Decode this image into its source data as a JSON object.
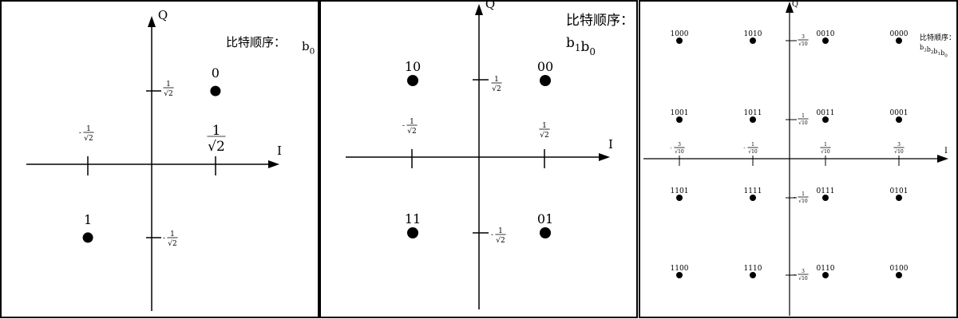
{
  "panels": [
    {
      "id": "bpsk",
      "axis_i": "I",
      "axis_q": "Q",
      "bit_order_label": "比特顺序：",
      "bit_order_value": "b0",
      "points": [
        {
          "bits": "0",
          "i": 0.7071,
          "q": 0.7071
        },
        {
          "bits": "1",
          "i": -0.7071,
          "q": -0.7071
        }
      ],
      "ticks": {
        "i_pos": "1/√2",
        "i_neg": "-1/√2",
        "q_pos": "1/√2",
        "q_neg": "-1/√2"
      }
    },
    {
      "id": "qpsk",
      "axis_i": "I",
      "axis_q": "Q",
      "bit_order_label": "比特顺序：",
      "bit_order_value": "b1b0",
      "points": [
        {
          "bits": "10",
          "i": -0.7071,
          "q": 0.7071
        },
        {
          "bits": "00",
          "i": 0.7071,
          "q": 0.7071
        },
        {
          "bits": "11",
          "i": -0.7071,
          "q": -0.7071
        },
        {
          "bits": "01",
          "i": 0.7071,
          "q": -0.7071
        }
      ],
      "ticks": {
        "i_pos": "1/√2",
        "i_neg": "-1/√2",
        "q_pos": "1/√2",
        "q_neg": "-1/√2"
      }
    },
    {
      "id": "16qam",
      "axis_i": "I",
      "axis_q": "Q",
      "bit_order_label": "比特顺序：",
      "bit_order_value": "b3b2b1b0",
      "points": [
        {
          "bits": "1000",
          "i": -3,
          "q": 3
        },
        {
          "bits": "1010",
          "i": -1,
          "q": 3
        },
        {
          "bits": "0010",
          "i": 1,
          "q": 3
        },
        {
          "bits": "0000",
          "i": 3,
          "q": 3
        },
        {
          "bits": "1001",
          "i": -3,
          "q": 1
        },
        {
          "bits": "1011",
          "i": -1,
          "q": 1
        },
        {
          "bits": "0011",
          "i": 1,
          "q": 1
        },
        {
          "bits": "0001",
          "i": 3,
          "q": 1
        },
        {
          "bits": "1101",
          "i": -3,
          "q": -1
        },
        {
          "bits": "1111",
          "i": -1,
          "q": -1
        },
        {
          "bits": "0111",
          "i": 1,
          "q": -1
        },
        {
          "bits": "0101",
          "i": 3,
          "q": -1
        },
        {
          "bits": "1100",
          "i": -3,
          "q": -3
        },
        {
          "bits": "1110",
          "i": -1,
          "q": -3
        },
        {
          "bits": "0110",
          "i": 1,
          "q": -3
        },
        {
          "bits": "0100",
          "i": 3,
          "q": -3
        }
      ],
      "ticks": {
        "i": [
          "-3/√10",
          "-1/√10",
          "1/√10",
          "3/√10"
        ],
        "q": [
          "3/√10",
          "1/√10",
          "-1/√10",
          "-3/√10"
        ]
      }
    }
  ]
}
